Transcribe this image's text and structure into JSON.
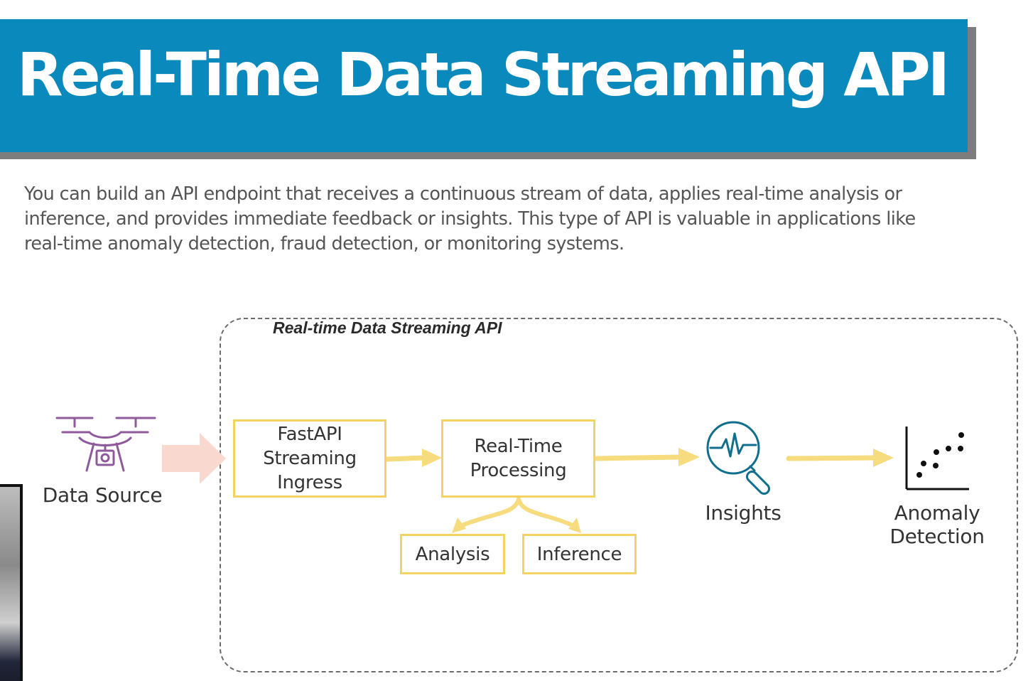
{
  "header": {
    "title": "Real-Time Data Streaming API"
  },
  "description": "You can build an API endpoint that receives a continuous stream of data, applies real-time analysis or inference, and provides immediate feedback or insights. This type of API is valuable in applications like real-time anomaly detection, fraud detection, or monitoring systems.",
  "diagram": {
    "frame_title": "Real-time Data Streaming API",
    "source": {
      "label": "Data Source",
      "icon": "drone-icon"
    },
    "nodes": {
      "ingress": {
        "line1": "FastAPI",
        "line2": "Streaming",
        "line3": "Ingress"
      },
      "processing": {
        "line1": "Real-Time",
        "line2": "Processing"
      },
      "analysis": "Analysis",
      "inference": "Inference"
    },
    "insights": {
      "label": "Insights",
      "icon": "magnifier-pulse-icon"
    },
    "anomaly": {
      "line1": "Anomaly",
      "line2": "Detection",
      "icon": "scatter-plot-icon"
    }
  },
  "colors": {
    "banner": "#0a89bd",
    "node_border": "#f3d462",
    "arrow": "#f6dc7e",
    "source_arrow": "#f9d9cf",
    "drone": "#8e5a9b",
    "insights_icon": "#0f6f8c"
  }
}
